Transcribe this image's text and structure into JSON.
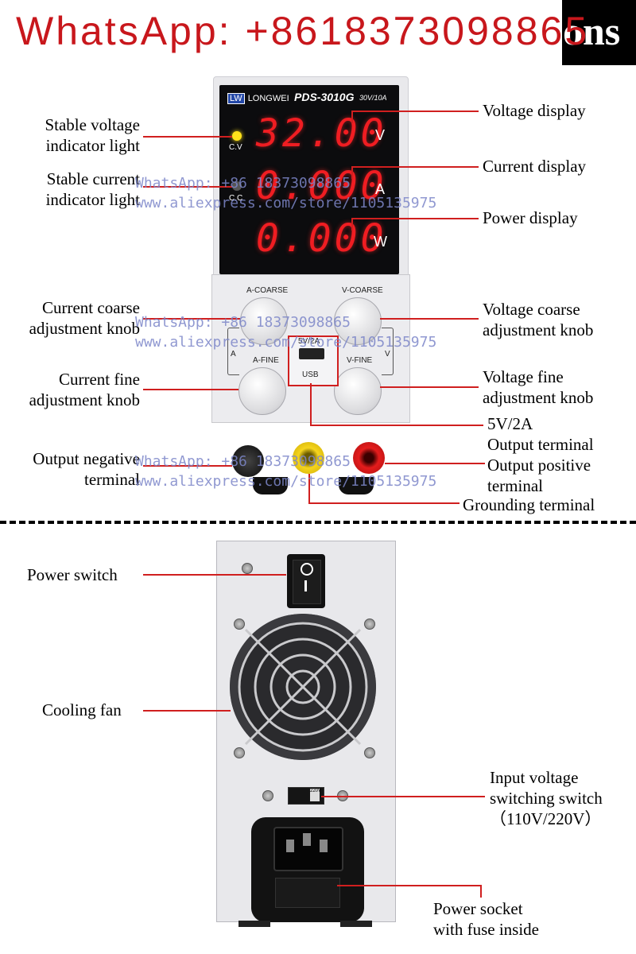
{
  "header": {
    "whatsapp_text": "WhatsApp: +8618373098865",
    "cut_word": "ons"
  },
  "watermark": {
    "line1": "WhatsApp: +86 18373098865",
    "line2": "www.aliexpress.com/store/1105135975"
  },
  "front_labels": {
    "cv_light": [
      "Stable voltage",
      "indicator light"
    ],
    "cc_light": [
      "Stable current",
      "indicator light"
    ],
    "voltage_display": "Voltage display",
    "current_display": "Current display",
    "power_display": "Power display",
    "current_coarse": [
      "Current coarse",
      "adjustment knob"
    ],
    "voltage_coarse": [
      "Voltage coarse",
      "adjustment knob"
    ],
    "current_fine": [
      "Current fine",
      "adjustment knob"
    ],
    "voltage_fine": [
      "Voltage fine",
      "adjustment knob"
    ],
    "usb_output": [
      "5V/2A",
      "Output terminal"
    ],
    "negative_terminal": [
      "Output negative",
      "terminal"
    ],
    "positive_terminal": [
      "Output positive",
      "terminal"
    ],
    "grounding_terminal": "Grounding terminal"
  },
  "device": {
    "brand_box": "LW",
    "brand": "LONGWEI",
    "model": "PDS-3010G",
    "rating": "30V/10A",
    "voltage_reading": "32.00",
    "current_reading": "0.000",
    "power_reading": "0.000",
    "voltage_unit": "V",
    "current_unit": "A",
    "power_unit": "W",
    "cv_text": "C.V",
    "cc_text": "C.C",
    "a_coarse": "A-COARSE",
    "v_coarse": "V-COARSE",
    "a_fine": "A-FINE",
    "v_fine": "V-FINE",
    "a_letter": "A",
    "v_letter": "V",
    "usb_rating": "5V/2A",
    "usb_label": "USB",
    "selector_text": "220V"
  },
  "back_labels": {
    "power_switch": "Power switch",
    "cooling_fan": "Cooling fan",
    "input_switch": [
      "Input voltage",
      "switching switch",
      "（110V/220V）"
    ],
    "power_socket": [
      "Power socket",
      "with fuse inside"
    ]
  },
  "colors": {
    "accent_red": "#d01f1f",
    "display_red": "#f01d22",
    "watermark_blue": "#7d87c9"
  }
}
